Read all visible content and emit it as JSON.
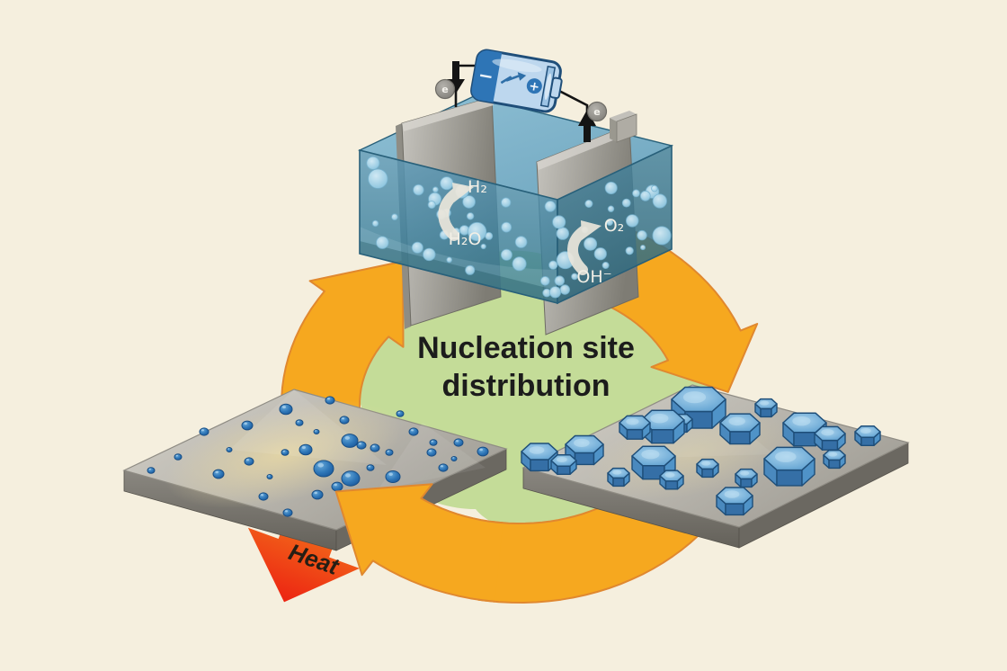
{
  "title": {
    "line1": "Nucleation site",
    "line2": "distribution"
  },
  "electrolysis_cell": {
    "labels": {
      "hydrogen": "H₂",
      "water": "H₂O",
      "oxygen": "O₂",
      "hydroxide": "OH⁻"
    },
    "battery": {
      "minus_sign": "−",
      "plus_sign": "+"
    },
    "electron_left": "e",
    "electron_right": "e"
  },
  "heat_arrow": {
    "label": "Heat"
  },
  "colors": {
    "background": "#F5EFDE",
    "cycle_arrow": "#F6A81F",
    "cycle_arrow_outline": "#E0882F",
    "center_blob": "#C4DC98",
    "water_top_face": "#7FB4CB",
    "water_front_top": "#5B99B8",
    "water_front_bottom": "#2F7488",
    "water_right_top": "#47849E",
    "water_right_bottom": "#2A6478",
    "tank_outline": "#28607A",
    "electrode_light": "#C6C4BE",
    "electrode_dark": "#7E7C74",
    "bubble": "#A6D7EC",
    "battery_body": "#BDD7EE",
    "battery_cap": "#2E75B6",
    "battery_outline": "#1F4E79",
    "wire": "#141414",
    "plate_light": "#CFCCC4",
    "plate_dark": "#A9A69E",
    "plate_side": "#6E6B64",
    "plate_glow": "#E8D8A4",
    "droplet": "#2F77B8",
    "crystal_top": "#69A9D8",
    "crystal_side": "#3C78B0",
    "crystal_outline": "#1E4E79",
    "heat_start": "#F7951F",
    "heat_end": "#EC2412",
    "title_text": "#1C1C1C",
    "chem_text": "#F2EFE6"
  }
}
